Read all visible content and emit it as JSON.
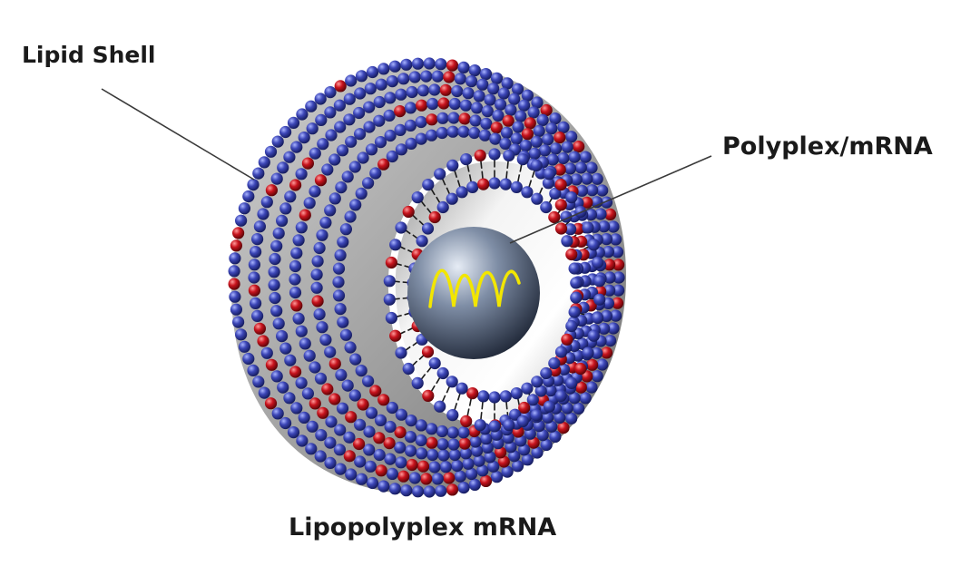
{
  "labels": {
    "lipid_shell": "Lipid Shell",
    "polyplex": "Polyplex/mRNA",
    "caption": "Lipopolyplex mRNA"
  },
  "colors": {
    "blue_head": "#3d47b8",
    "red_head": "#c8141e",
    "core": "#5b6b82",
    "mrna": "#f2e600",
    "tail": "#1a1a1a",
    "pointer": "#3a3a3a"
  },
  "icons": {
    "core": "polyplex-sphere-icon",
    "mrna": "mrna-wave-icon"
  }
}
